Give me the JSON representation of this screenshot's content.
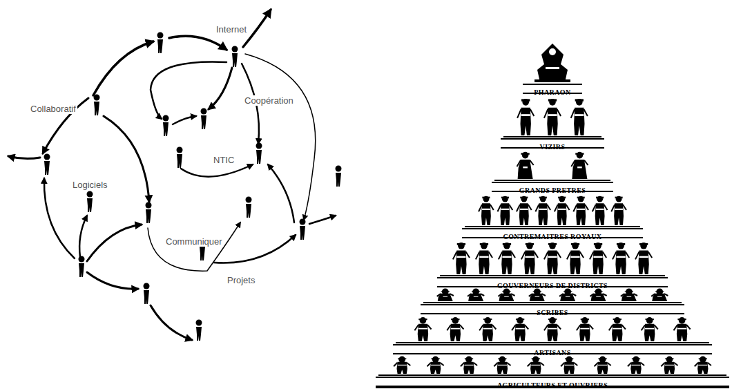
{
  "diagram": {
    "nodes": [
      {
        "text": [
          "PHARAON"
        ]
      },
      {
        "text": [
          "VIZIRS"
        ]
      },
      {
        "text": [
          "GRANDS PRETRES"
        ]
      },
      {
        "text": [
          "CONTREMAITRES ROYAUX"
        ]
      },
      {
        "text": [
          "GOUVERNEURS DE DISTRICTS"
        ]
      },
      {
        "text": [
          "SCRIBES"
        ]
      },
      {
        "text": [
          "ARTISANS"
        ]
      },
      {
        "text": [
          "AGRICULTEURS ET OUVRIERS"
        ]
      }
    ],
    "labels": [
      "Internet",
      "Collaboratif",
      "Coopération",
      "NTIC",
      "Logiciels",
      "Communiquer",
      "Projets"
    ]
  }
}
